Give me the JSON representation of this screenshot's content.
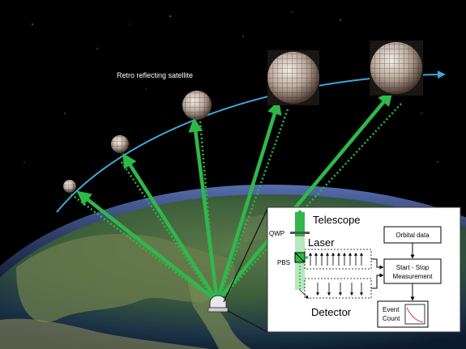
{
  "caption": "Retro reflecting satellite",
  "inset": {
    "telescope_label": "Telescope",
    "qwp_label": "QWP",
    "laser_label": "Laser",
    "pbs_label": "PBS",
    "detector_label": "Detector",
    "orbital_label": "Orbital data",
    "start_stop_line1": "Start - Stop",
    "start_stop_line2": "Measurement",
    "event_line1": "Event",
    "event_line2": "Count"
  },
  "colors": {
    "orbit": "#3fa6d8",
    "beam": "#2fb84a",
    "space": "#000000"
  }
}
